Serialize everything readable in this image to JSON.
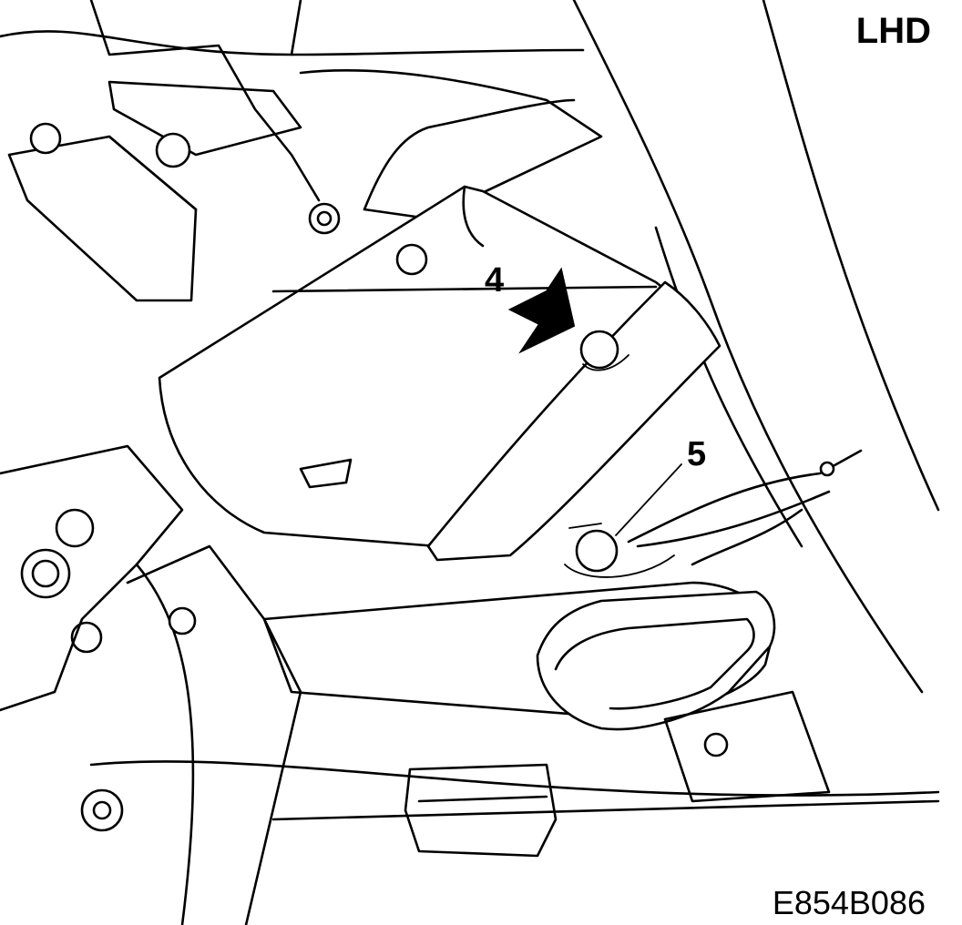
{
  "diagram": {
    "drive_side_label": "LHD",
    "figure_code": "E854B086",
    "callouts": [
      {
        "number": "4",
        "target": "fastener-upper"
      },
      {
        "number": "5",
        "target": "fastener-lower"
      }
    ]
  }
}
